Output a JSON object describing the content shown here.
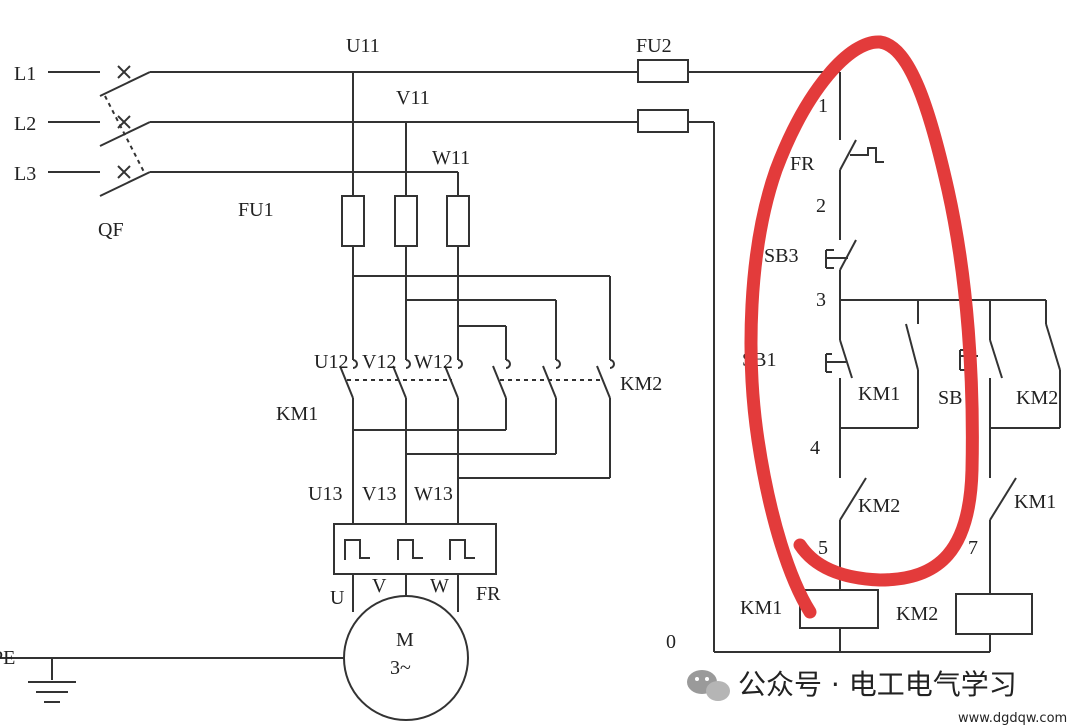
{
  "labels": {
    "l1": "L1",
    "l2": "L2",
    "l3": "L3",
    "qf": "QF",
    "u11": "U11",
    "v11": "V11",
    "w11": "W11",
    "fu1": "FU1",
    "fu2": "FU2",
    "u12": "U12",
    "v12": "V12",
    "w12": "W12",
    "km1_main": "KM1",
    "km2_main": "KM2",
    "u13": "U13",
    "v13": "V13",
    "w13": "W13",
    "u": "U",
    "v": "V",
    "w": "W",
    "fr_main": "FR",
    "motor_m": "M",
    "motor_phase": "3~",
    "pe": "PE"
  },
  "control": {
    "node1": "1",
    "fr": "FR",
    "node2": "2",
    "sb3": "SB3",
    "node3": "3",
    "sb1": "SB1",
    "km1_hold": "KM1",
    "sb2": "SB",
    "km2_hold": "KM2",
    "node4": "4",
    "km2_interlock": "KM2",
    "km1_interlock": "KM1",
    "node5": "5",
    "node7": "7",
    "node0": "0",
    "km1_coil": "KM1",
    "km2_coil": "KM2"
  },
  "watermark": {
    "channel": "公众号 · 电工电气学习",
    "site": "www.dgdqw.com"
  },
  "colors": {
    "line": "#333333",
    "annotation": "#e33b3b",
    "watermark": "#888888"
  }
}
